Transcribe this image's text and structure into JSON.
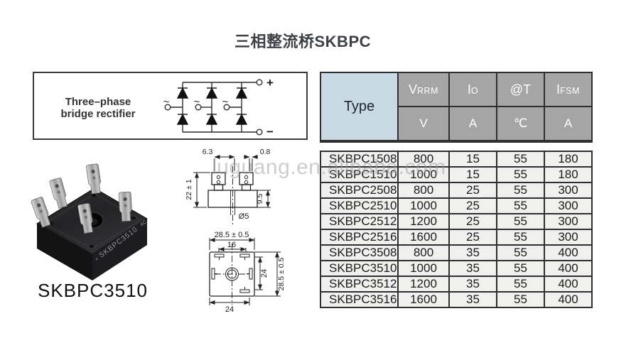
{
  "title": "三相整流桥SKBPC",
  "watermark": "luguang.en.alibaba.com",
  "circuit": {
    "label_line1": "Three–phase",
    "label_line2": "bridge rectifier",
    "plus_label": "+",
    "minus_label": "−",
    "ac_tilde": "~"
  },
  "photo": {
    "marking_prefix": "+",
    "marking": "SKBPC3510",
    "marking_suffix": "AC",
    "caption": "SKBPC3510"
  },
  "side_view": {
    "dim_tab_width": "6.3",
    "dim_pin_thickness": "0.8",
    "dim_total_height": "22 ± 1",
    "dim_body_height": "9.5",
    "dim_hole_dia": "Ø5"
  },
  "top_view": {
    "dim_outer_width": "28.5 ± 0.5",
    "dim_tab_span": "16",
    "dim_inner_height": "24",
    "dim_outer_height": "28.5 ± 0.5",
    "dim_bottom_width": "24"
  },
  "table": {
    "type_header": "Type",
    "col_headers": [
      {
        "sym": "V",
        "sub": "RRM",
        "unit": "V"
      },
      {
        "sym": "I",
        "sub": "O",
        "unit": "A"
      },
      {
        "sym": "@T",
        "sub": "",
        "unit": "℃"
      },
      {
        "sym": "I",
        "sub": "FSM",
        "unit": "A"
      }
    ],
    "rows": [
      {
        "type": "SKBPC1508",
        "vrrm": "800",
        "io": "15",
        "at": "55",
        "ifsm": "180"
      },
      {
        "type": "SKBPC1510",
        "vrrm": "1000",
        "io": "15",
        "at": "55",
        "ifsm": "180"
      },
      {
        "type": "SKBPC2508",
        "vrrm": "800",
        "io": "25",
        "at": "55",
        "ifsm": "300"
      },
      {
        "type": "SKBPC2510",
        "vrrm": "1000",
        "io": "25",
        "at": "55",
        "ifsm": "300"
      },
      {
        "type": "SKBPC2512",
        "vrrm": "1200",
        "io": "25",
        "at": "55",
        "ifsm": "300"
      },
      {
        "type": "SKBPC2516",
        "vrrm": "1600",
        "io": "25",
        "at": "55",
        "ifsm": "300"
      },
      {
        "type": "SKBPC3508",
        "vrrm": "800",
        "io": "35",
        "at": "55",
        "ifsm": "400"
      },
      {
        "type": "SKBPC3510",
        "vrrm": "1000",
        "io": "35",
        "at": "55",
        "ifsm": "400"
      },
      {
        "type": "SKBPC3512",
        "vrrm": "1200",
        "io": "35",
        "at": "55",
        "ifsm": "400"
      },
      {
        "type": "SKBPC3516",
        "vrrm": "1600",
        "io": "35",
        "at": "55",
        "ifsm": "400"
      }
    ]
  },
  "colors": {
    "header_gray": "#a5a5a5",
    "type_cell_blue": "#c9d9e4",
    "row_bg": "#f0f0ee",
    "border_dark": "#2f2f2f",
    "title_color": "#3d4146",
    "watermark_gray": "#999ea2"
  }
}
